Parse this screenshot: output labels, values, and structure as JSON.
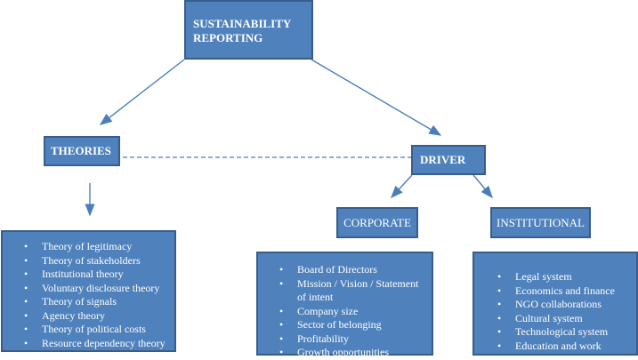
{
  "root": {
    "label": "SUSTAINABILITY REPORTING"
  },
  "theories": {
    "label": "THEORIES",
    "items": [
      "Theory of legitimacy",
      "Theory of stakeholders",
      "Institutional theory",
      "Voluntary disclosure theory",
      "Theory of signals",
      "Agency theory",
      "Theory of political costs",
      "Resource dependency theory"
    ]
  },
  "driver": {
    "label": "DRIVER"
  },
  "corporate": {
    "label": "CORPORATE",
    "items": [
      "Board of Directors",
      "Mission / Vision / Statement of intent",
      "Company size",
      "Sector of belonging",
      "Profitability",
      "Growth opportunities"
    ]
  },
  "institutional": {
    "label": "INSTITUTIONAL",
    "items": [
      "Legal system",
      "Economics and finance",
      "NGO collaborations",
      "Cultural system",
      "Technological system",
      "Education and work"
    ]
  },
  "colors": {
    "box_fill": "#4f81bd",
    "box_border": "#385d8a",
    "text": "#ffffff",
    "line": "#4a7ebb"
  }
}
